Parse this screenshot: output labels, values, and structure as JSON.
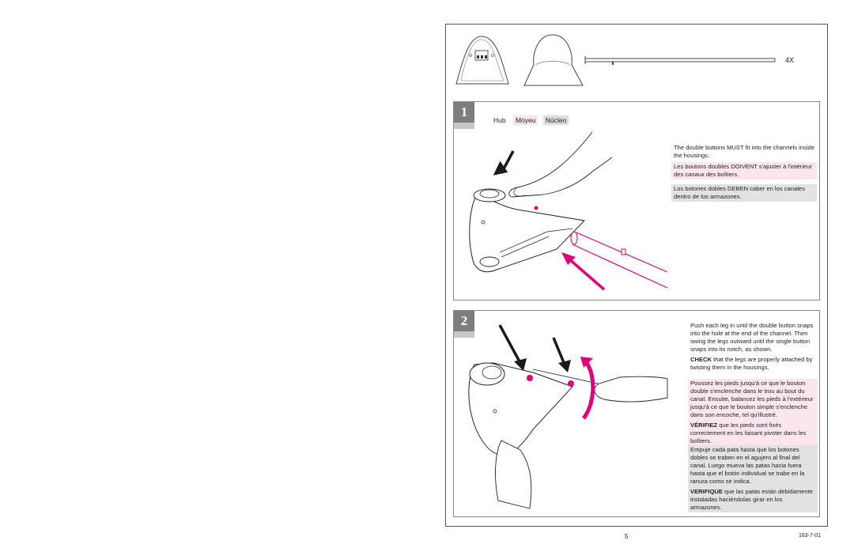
{
  "parts": {
    "quantity_label": "4X"
  },
  "step1": {
    "number": "1",
    "labels": {
      "en": "Hub",
      "fr": "Moyeu",
      "es": "Núcleo"
    },
    "text_en": "The double buttons MUST fit into the channels inside the housings.",
    "text_fr": "Les boutons doubles DOIVENT s'ajuster à l'intérieur des canaux des boîtiers.",
    "text_es": "Los botones dobles DEBEN caber en los canales dentro de los armazones."
  },
  "step2": {
    "number": "2",
    "text_en": "Push each leg in until the double button snaps into the hole at the end of the channel. Then swing the legs outward until the single button snaps into its notch, as shown.",
    "check_en_bold": "CHECK",
    "check_en": " that the legs are properly attached by twisting them in the housings.",
    "text_fr": "Poussez les pieds jusqu'à ce que le bouton double s'enclenche dans le trou au bout du canal. Ensuite, balancez les pieds à l'extérieur jusqu'à ce que le bouton simple s'enclenche dans son encoche, tel qu'illustré.",
    "check_fr_bold": "VÉRIFIEZ",
    "check_fr": " que les pieds sont fixés correctement en les faisant pivoter dans les boîtiers.",
    "text_es": "Empuje cada pata hasta que los botones dobles se traben en el agujero al final del canal. Luego mueva las patas hacia fuera hasta que el botón individual se trabe en la ranura como se indica.",
    "check_es_bold": "VERIFIQUE",
    "check_es": " que las patas están debidamente instaladas haciéndolas girar en los armazones."
  },
  "footer": {
    "page_number": "5",
    "doc_code": "163-7-01"
  },
  "colors": {
    "accent": "#e0007a",
    "arrow": "#1a1a1a"
  }
}
